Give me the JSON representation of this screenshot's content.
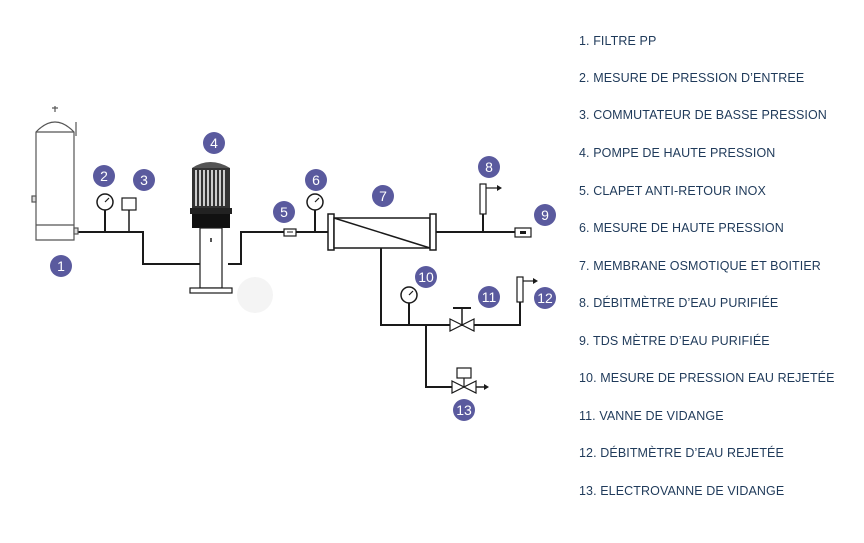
{
  "colors": {
    "badge": "#5a5a9e",
    "line": "#1a1a1a",
    "legend_text": "#1f3a5a"
  },
  "badges": [
    "1",
    "2",
    "3",
    "4",
    "5",
    "6",
    "7",
    "8",
    "9",
    "10",
    "11",
    "12",
    "13"
  ],
  "legend": [
    "1. FILTRE PP",
    "2. MESURE DE PRESSION D’ENTREE",
    "3. COMMUTATEUR DE BASSE PRESSION",
    "4. POMPE DE HAUTE PRESSION",
    "5. CLAPET ANTI-RETOUR INOX",
    "6. MESURE DE HAUTE PRESSION",
    "7. MEMBRANE OSMOTIQUE ET BOITIER",
    "8. DÉBITMÈTRE D’EAU PURIFIÉE",
    "9. TDS MÈTRE D’EAU PURIFIÉE",
    "10. MESURE DE PRESSION EAU REJETÉE",
    "11. VANNE DE VIDANGE",
    "12.  DÉBITMÈTRE D’EAU REJETÉE",
    "13. ELECTROVANNE DE VIDANGE"
  ]
}
